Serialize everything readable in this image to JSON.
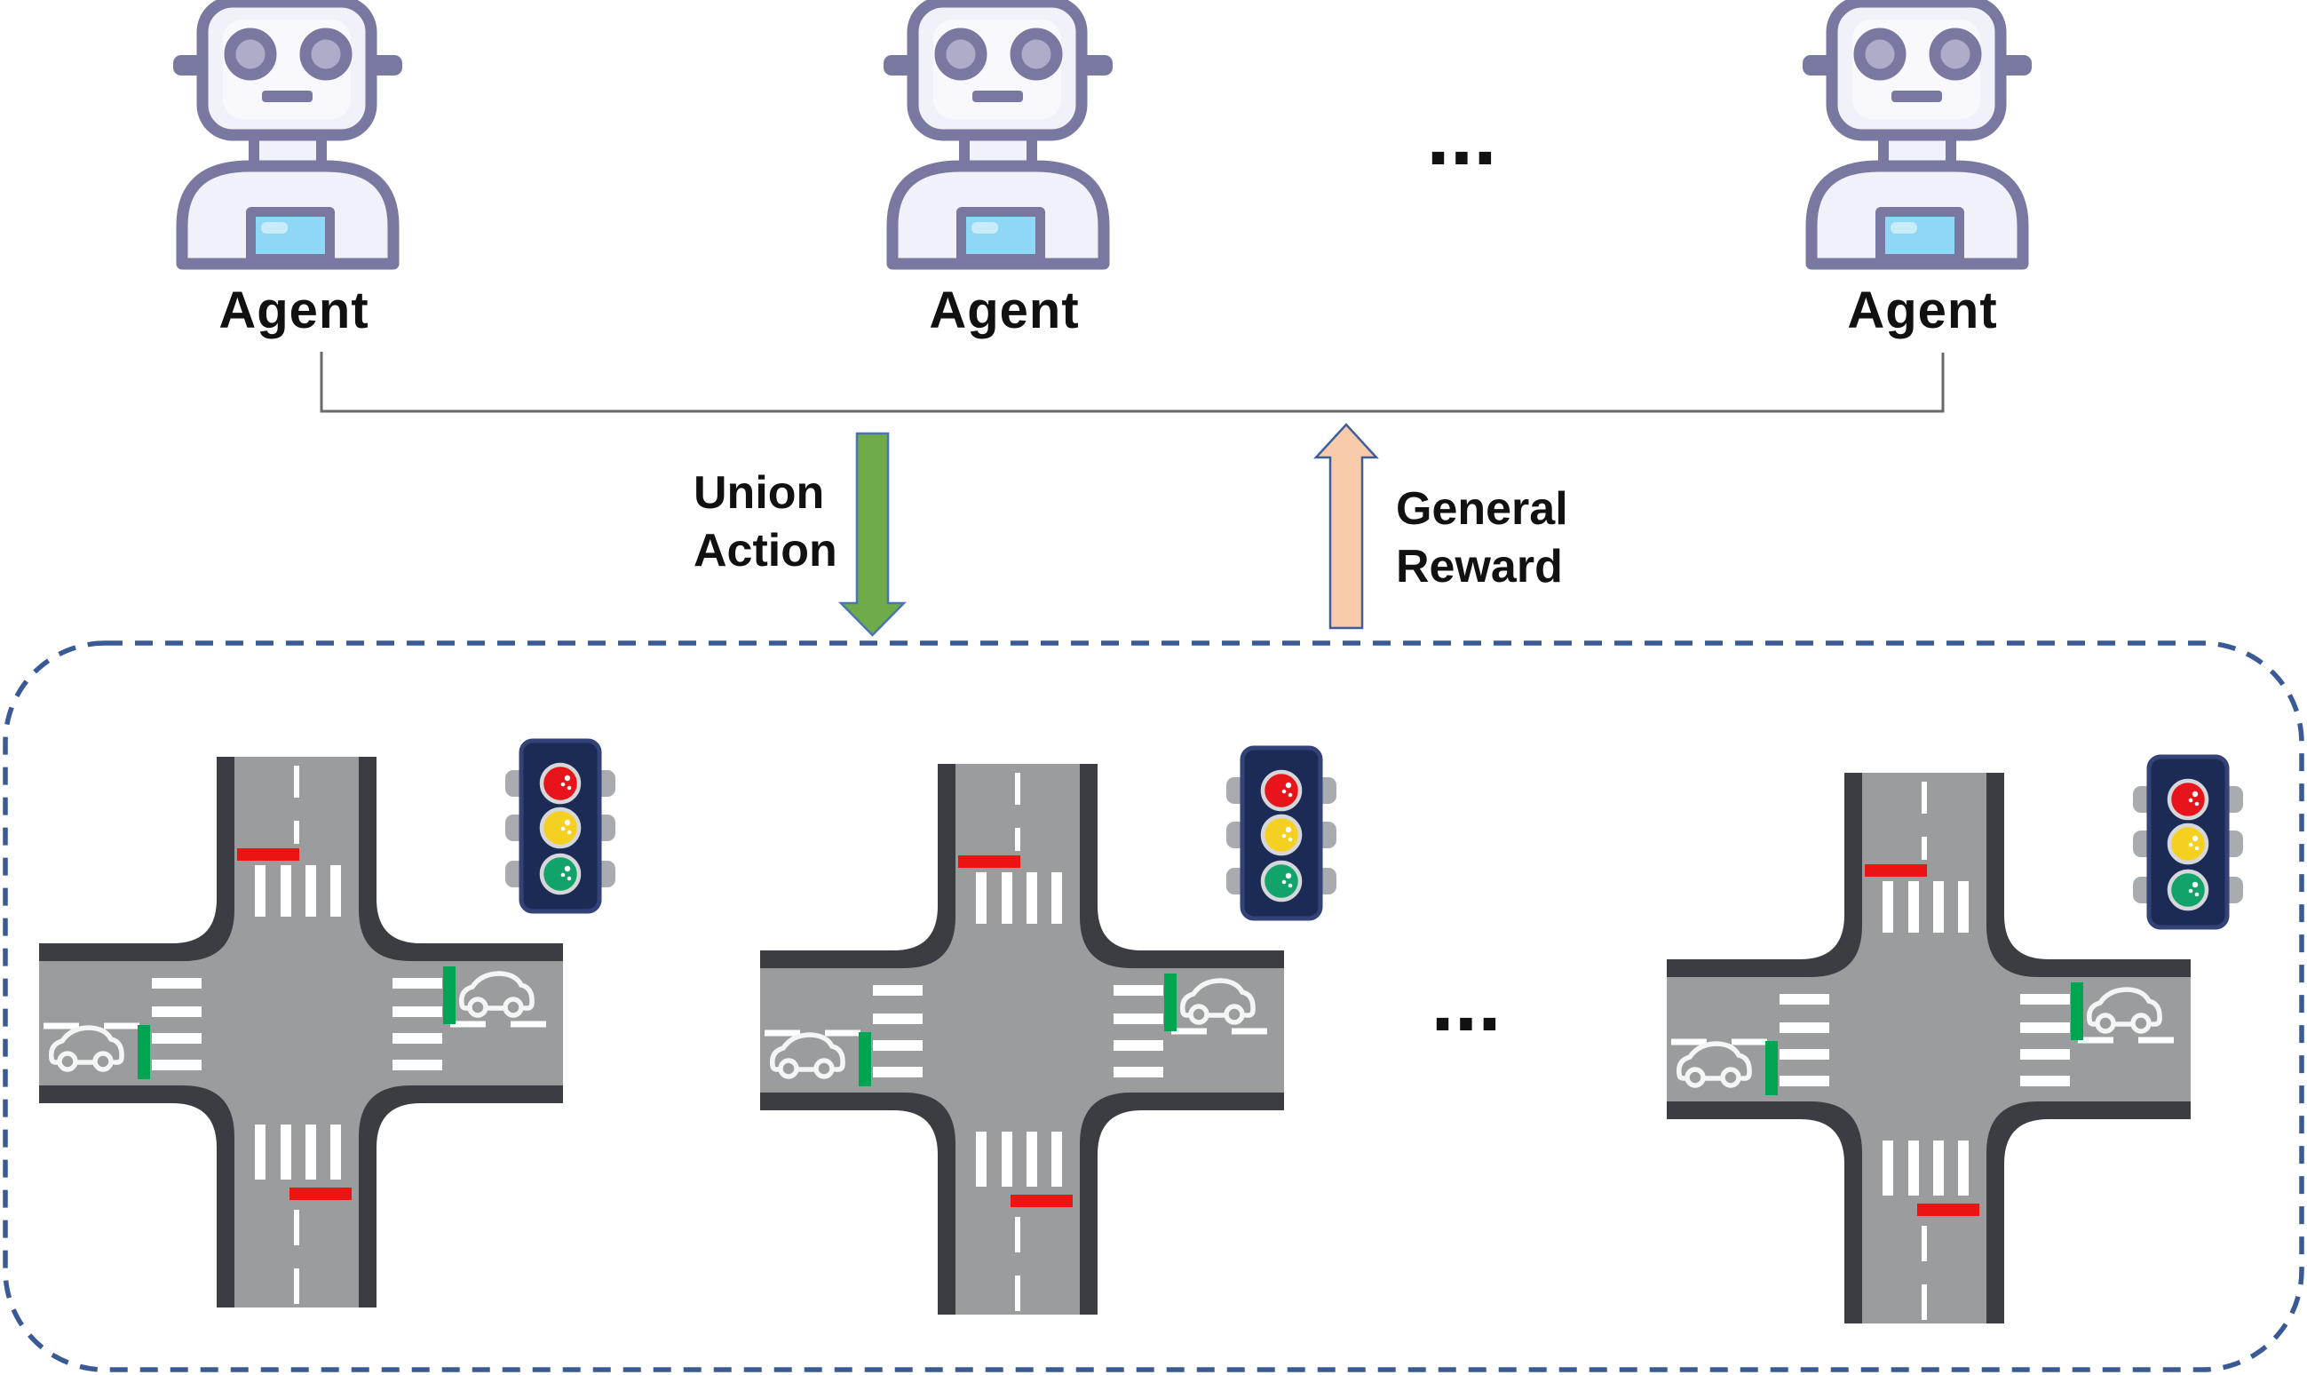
{
  "agents": {
    "items": [
      {
        "label": "Agent"
      },
      {
        "label": "Agent"
      },
      {
        "label": "Agent"
      }
    ],
    "ellipsis": "..."
  },
  "flows": {
    "union_action": {
      "line1": "Union",
      "line2": "Action",
      "direction": "down"
    },
    "general_reward": {
      "line1": "General",
      "line2": "Reward",
      "direction": "up"
    }
  },
  "environment": {
    "intersection_count": 3,
    "ellipsis": "...",
    "traffic_light_lamps": [
      "red",
      "yellow",
      "green"
    ],
    "icons": {
      "agent": "robot-icon",
      "intersection": "crossroad-icon",
      "signal": "traffic-light-icon",
      "vehicle": "car-icon",
      "union_action": "down-arrow-icon",
      "general_reward": "up-arrow-icon"
    }
  },
  "colors": {
    "robot_outline": "#7878A0",
    "robot_fill": "#F1F1F9",
    "robot_screen": "#8FD7F7",
    "label_text": "#111111",
    "union_action_arrow": "#6FAB49",
    "general_reward_arrow": "#F8CBAA",
    "arrow_outline": "#4472C4",
    "connector_line": "#6A6A6A",
    "environment_border": "#3A5A96",
    "road_edge": "#3B3D42",
    "road_surface": "#9A9C9E",
    "stop_line_red": "#EC1313",
    "go_line_green": "#00A551",
    "traffic_light_body": "#1C2B55",
    "lamp_red": "#E8141C",
    "lamp_yellow": "#F5D020",
    "lamp_green": "#12A36B"
  }
}
